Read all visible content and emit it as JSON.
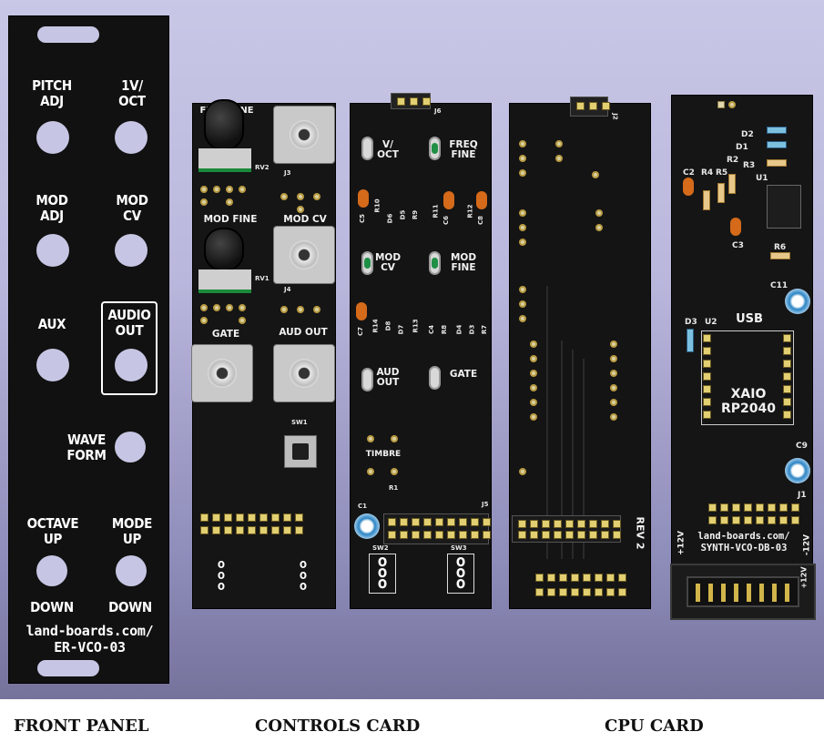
{
  "front_panel": {
    "pitch_adj": "PITCH\nADJ",
    "one_v_oct": "1V/\nOCT",
    "mod_adj": "MOD\nADJ",
    "mod_cv": "MOD\nCV",
    "aux": "AUX",
    "audio_out": "AUDIO\nOUT",
    "wave_form": "WAVE\nFORM",
    "octave_up": "OCTAVE\nUP",
    "mode_up": "MODE\nUP",
    "down_left": "DOWN",
    "down_right": "DOWN",
    "brand": "land-boards.com/\nER-VCO-03"
  },
  "controls_front": {
    "freq_fine": "FREQ FINE",
    "rv2": "RV2",
    "j3": "J3",
    "mod_fine": "MOD FINE",
    "mod_cv": "MOD CV",
    "rv1": "RV1",
    "j4": "J4",
    "gate": "GATE",
    "aud_out": "AUD OUT",
    "sw1": "SW1"
  },
  "controls_back": {
    "j6": "J6",
    "v_oct": "V/\nOCT",
    "freq_fine": "FREQ\nFINE",
    "mod_cv": "MOD\nCV",
    "mod_fine": "MOD\nFINE",
    "aud_out": "AUD\nOUT",
    "gate": "GATE",
    "timbre": "TIMBRE",
    "c1": "C1",
    "r1": "R1",
    "j5": "J5",
    "sw2": "SW2",
    "sw3": "SW3",
    "c5": "C5",
    "r10": "R10",
    "d6": "D6",
    "d5": "D5",
    "r9": "R9",
    "c6": "C6",
    "r11": "R11",
    "r12": "R12",
    "c8": "C8",
    "c7": "C7",
    "r14": "R14",
    "d8": "D8",
    "d7": "D7",
    "r13": "R13",
    "c4": "C4",
    "r8": "R8",
    "d4": "D4",
    "d3": "D3",
    "r7": "R7"
  },
  "cpu_back": {
    "j2": "J2",
    "rev": "REV 2"
  },
  "cpu_front": {
    "d2": "D2",
    "d1": "D1",
    "r3": "R3",
    "r2": "R2",
    "c2": "C2",
    "r4": "R4",
    "r5": "R5",
    "u1": "U1",
    "c3": "C3",
    "r6": "R6",
    "c11": "C11",
    "d3": "D3",
    "u2": "U2",
    "usb": "USB",
    "xaio": "XAIO\nRP2040",
    "c9": "C9",
    "j1": "J1",
    "plus12v": "+12V",
    "minus12v": "-12V",
    "plus12v_right": "+12V",
    "brand": "land-boards.com/\nSYNTH-VCO-DB-03"
  },
  "captions": {
    "front_panel": "FRONT PANEL",
    "controls_card": "CONTROLS CARD",
    "cpu_card": "CPU CARD"
  }
}
